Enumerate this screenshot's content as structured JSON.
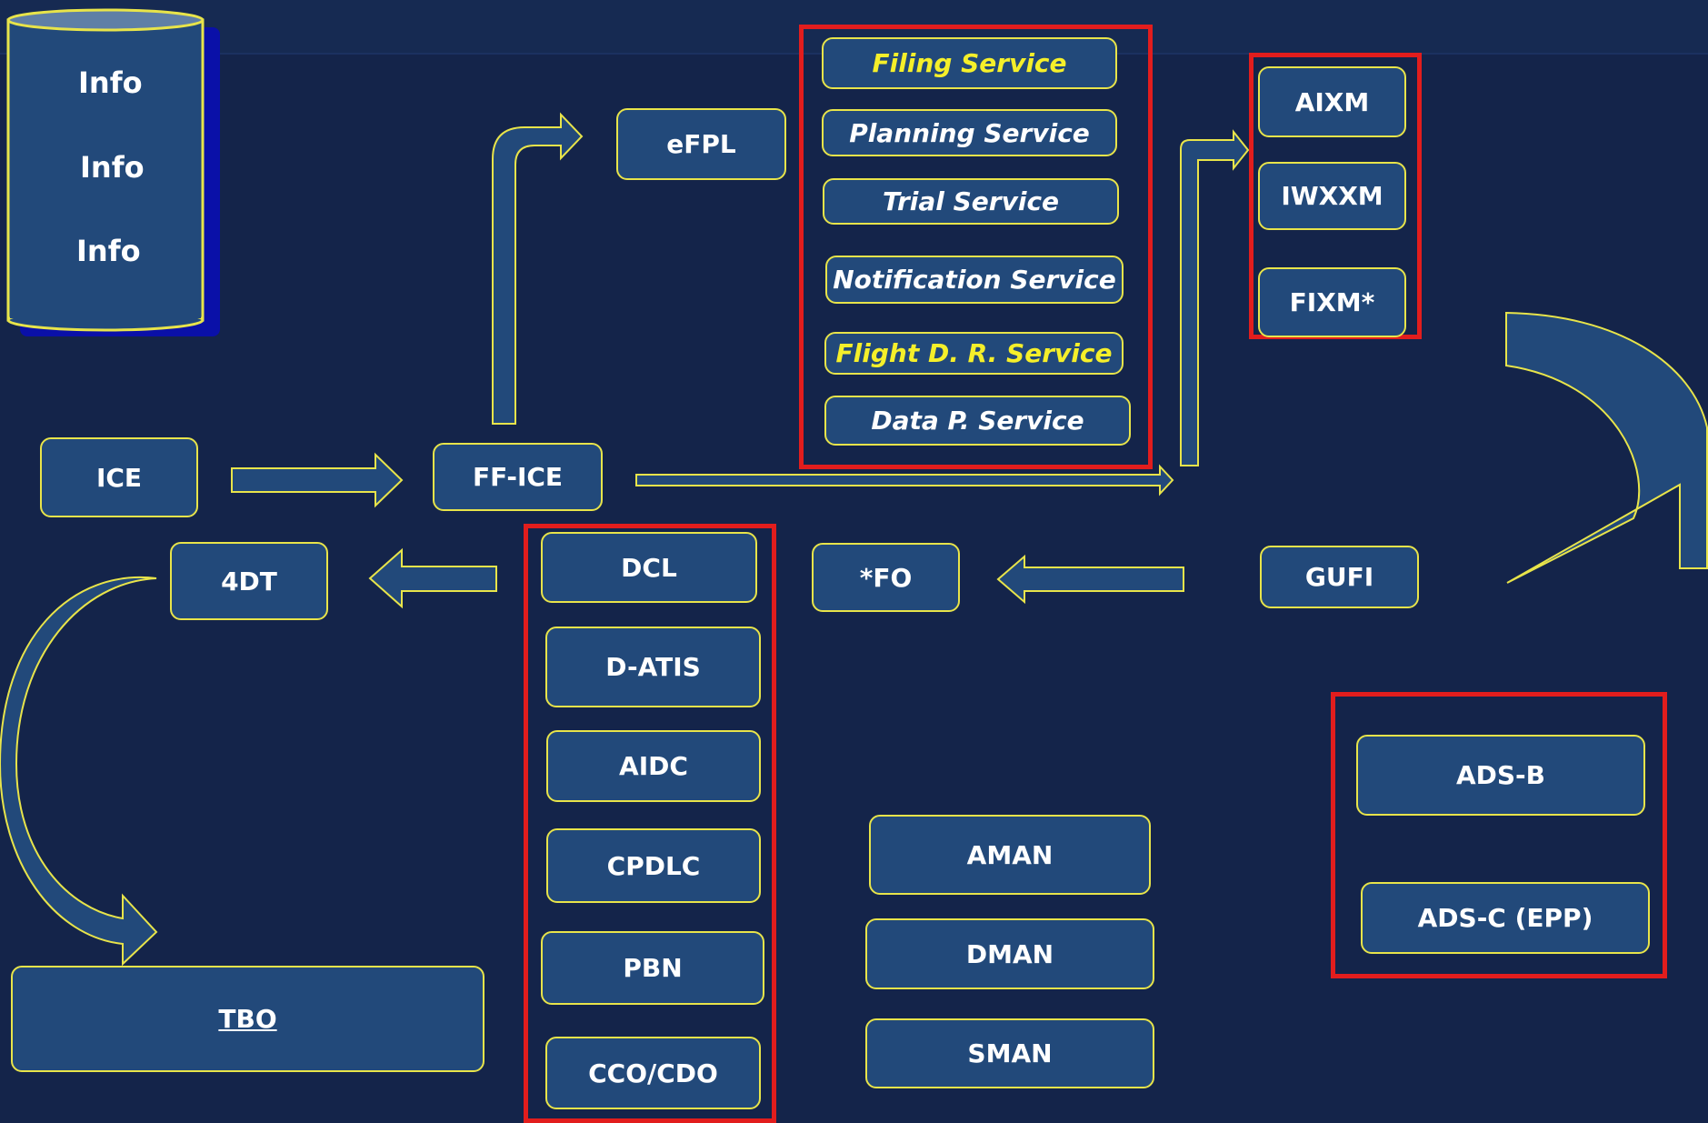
{
  "database": {
    "labels": [
      "Info",
      "Info",
      "Info"
    ]
  },
  "nodes": {
    "ice": "ICE",
    "ff_ice": "FF-ICE",
    "efpl": "eFPL",
    "four_dt": "4DT",
    "tbo": "TBO",
    "fo": "*FO",
    "gufi": "GUFI",
    "aman": "AMAN",
    "dman": "DMAN",
    "sman": "SMAN"
  },
  "services": [
    "Filing  Service",
    "Planning Service",
    "Trial Service",
    "Notification Service",
    "Flight D. R. Service",
    "Data P. Service"
  ],
  "exchange_models": [
    "AIXM",
    "IWXXM",
    "FIXM*"
  ],
  "datalink_apps": [
    "DCL",
    "D-ATIS",
    "AIDC",
    "CPDLC",
    "PBN",
    "CCO/CDO"
  ],
  "surveillance": [
    "ADS-B",
    "ADS-C (EPP)"
  ],
  "colors": {
    "background": "#14244a",
    "node_fill": "#22497a",
    "node_border": "#e8e44a",
    "highlight_text": "#f5ef2a",
    "group_frame": "#e21d1d",
    "db_shadow": "#0a10a8"
  }
}
